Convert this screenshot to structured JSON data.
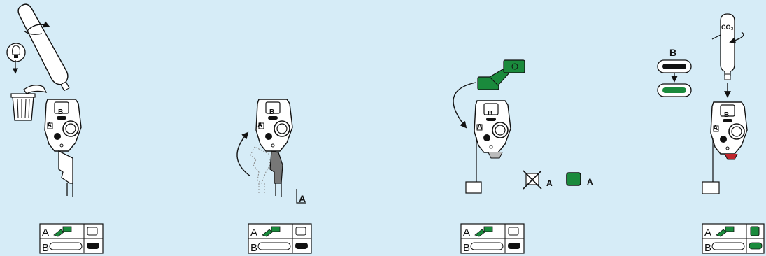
{
  "colors": {
    "background": "#d6ecf7",
    "green": "#1a8a3c",
    "red": "#c0262d",
    "ink": "#111111",
    "shade": "#777777"
  },
  "labels": {
    "panel_b": "B",
    "panel_a": "A",
    "step2_corner": "A",
    "step3_no_a": "A",
    "step3_ok_a": "A",
    "step4_b": "B",
    "co2": "CO₂"
  },
  "legends": [
    {
      "row_a": "A",
      "row_b": "B",
      "right_top_icon": "old-cover-icon",
      "right_bottom_icon": "black-pill-icon"
    },
    {
      "row_a": "A",
      "row_b": "B",
      "right_top_icon": "old-cover-icon",
      "right_bottom_icon": "black-pill-icon"
    },
    {
      "row_a": "A",
      "row_b": "B",
      "right_top_icon": "old-cover-icon",
      "right_bottom_icon": "black-pill-icon"
    },
    {
      "row_a": "A",
      "row_b": "B",
      "right_top_icon": "green-cover-icon",
      "right_bottom_icon": "green-pill-icon"
    }
  ]
}
